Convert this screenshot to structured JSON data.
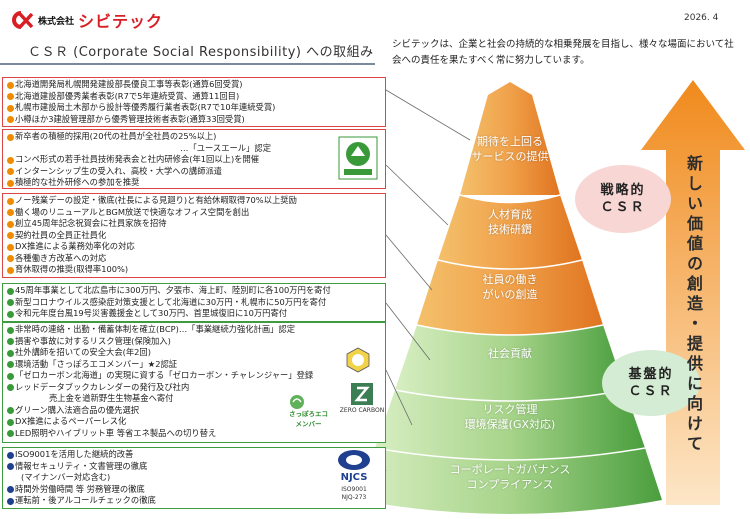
{
  "header": {
    "company_prefix": "株式会社",
    "company_name": "シビテック",
    "subtitle": "ＣＳＲ (Corporate Social Responsibility) への取組み",
    "date": "2026. 4",
    "intro": "シビテックは、企業と社会の持続的な相乗発展を目指し、様々な場面において社会への責任を果たすべく常に努力しています。"
  },
  "boxes": {
    "b1": [
      "北海道開発局札幌開発建設部長優良工事等表彰(通算6回受賞)",
      "北海道建設部優秀業者表彰(R7で5年連続受賞、通算11回目)",
      "札幌市建設局土木部から設計等優秀履行業者表彰(R7で10年連続受賞)",
      "小樽ほか3建設管理部から優秀管理技術者表彰(通算33回受賞)"
    ],
    "b2": [
      "新卒者の積極的採用(20代の社員が全社員の25%以上)",
      "…「ユースエール」認定",
      "コンペ形式の若手社員技術発表会と社内研修会(年1回以上)を開催",
      "インターンシップ生の受入れ、高校・大学への講師派遣",
      "積極的な社外研修への参加を推奨"
    ],
    "b3": [
      "ノー残業デーの設定・徹底(社長による見廻り)と有給休暇取得70%以上奨励",
      "働く場のリニューアルとBGM放送で快適なオフィス空間を創出",
      "創立45周年記念祝賀会に社員家族を招待",
      "契約社員の全員正社員化",
      "DX推進による業務効率化の対応",
      "各種働き方改革への対応",
      "育休取得の推奨(取得率100%)"
    ],
    "b4": [
      "45周年事業として北広島市に300万円、夕張市、海上町、陸別町に各100万円を寄付",
      "新型コロナウイルス感染症対策支援として北海道に30万円・札幌市に50万円を寄付",
      "令和元年度台風19号災害義援金として30万円、首里城復旧に10万円寄付"
    ],
    "b5": [
      "非常時の連絡・出勤・備蓄体制を確立(BCP)…「事業継続力強化計画」認定",
      "損害や事故に対するリスク管理(保険加入)",
      "社外講師を招いての安全大会(年2回)",
      "環境活動「さっぽろエコメンバー」★2認証",
      "「ゼロカーボン北海道」の実現に資する「ゼロカーボン・チャレンジャー」登録",
      "レッドデータブックカレンダーの発行及び社内",
      "売上金を道新野生生物基金へ寄付",
      "グリーン購入法適合品の優先選択",
      "DX推進によるペーパーレス化",
      "LED照明やハイブリット車 等省エネ製品への切り替え"
    ],
    "b6": [
      "ISO9001を活用した継続的改善",
      "情報セキュリティ・文書管理の徹底",
      "(マイナンバー対応含む)",
      "時間外労働時間 等 労務管理の徹底",
      "運転前・後アルコールチェックの徹底"
    ]
  },
  "pyramid": {
    "p1": [
      "期待を上回る",
      "サービスの提供"
    ],
    "p2": [
      "人材育成",
      "技術研鑽"
    ],
    "p3": [
      "社員の働き",
      "がいの創造"
    ],
    "p4": [
      "社会貢献"
    ],
    "p5": [
      "リスク管理",
      "環境保護(GX対応)"
    ],
    "p6": [
      "コーポレートガバナンス",
      "コンプライアンス"
    ]
  },
  "bubbles": {
    "strategic": [
      "戦略的",
      "ＣＳＲ"
    ],
    "basic": [
      "基盤的",
      "ＣＳＲ"
    ]
  },
  "arrow_text": "新しい価値の創造・提供に向けて",
  "badges": {
    "eco_member": "さっぽろエコメンバー",
    "zero_carbon": "ZERO CARBON",
    "njcs": "NJCS",
    "njcs_iso": "ISO9001",
    "njcs_num": "NJQ-273"
  },
  "colors": {
    "red": "#d81f26",
    "orange_light": "#f7b85a",
    "orange_dark": "#e8781e",
    "green_light": "#bfe0a8",
    "green_dark": "#3b9a3b",
    "arrow": "#f08a1c"
  }
}
